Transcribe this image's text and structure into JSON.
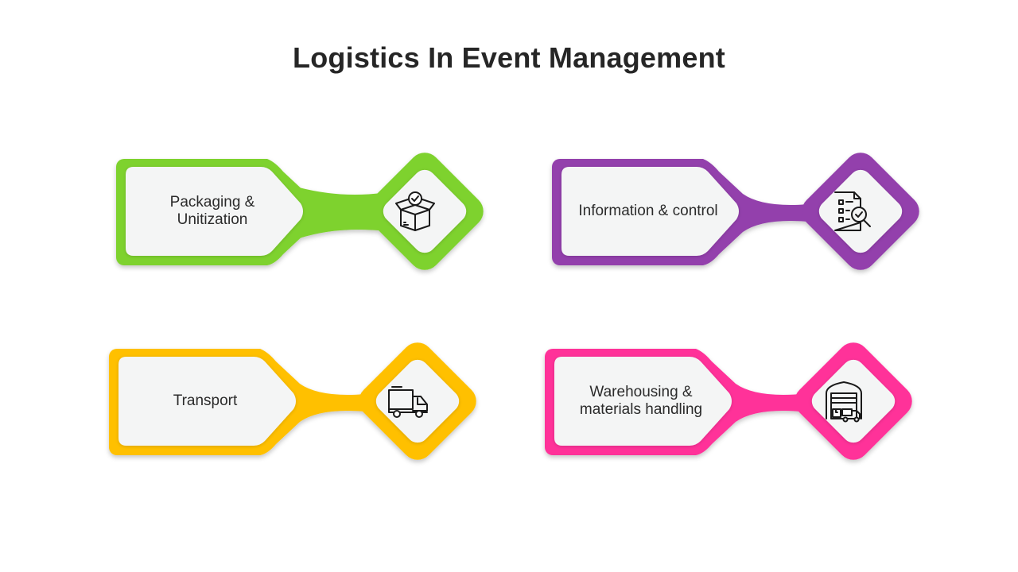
{
  "title": "Logistics In Event Management",
  "items": [
    {
      "label": "Packaging & Unitization",
      "color": "#7ed22f",
      "icon": "open-box-check-icon"
    },
    {
      "label": "Information & control",
      "color": "#9340ac",
      "icon": "document-magnifier-icon"
    },
    {
      "label": "Transport",
      "color": "#ffc000",
      "icon": "delivery-truck-icon"
    },
    {
      "label": "Warehousing & materials handling",
      "color": "#ff3399",
      "icon": "warehouse-icon"
    }
  ]
}
